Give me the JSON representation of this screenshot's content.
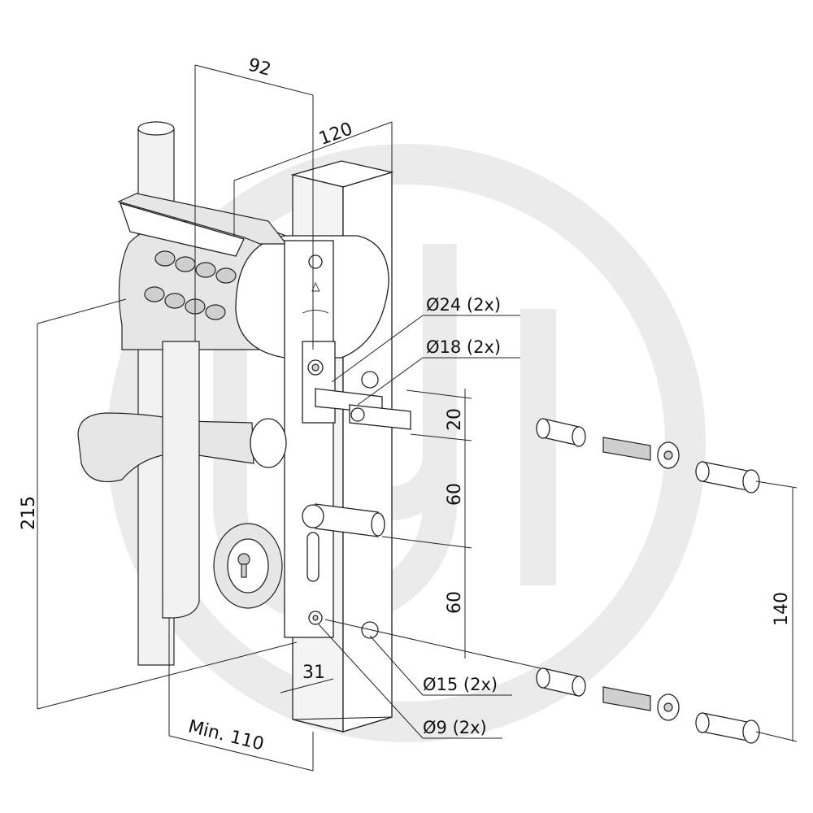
{
  "dimensions": {
    "depth_92": "92",
    "width_120": "120",
    "height_215": "215",
    "spacing_20": "20",
    "spacing_60_upper": "60",
    "spacing_60_lower": "60",
    "spacing_140": "140",
    "offset_31": "31",
    "min_110": "Min. 110"
  },
  "callouts": {
    "hole_24": "Ø24 (2x)",
    "hole_18": "Ø18 (2x)",
    "hole_15": "Ø15 (2x)",
    "hole_9": "Ø9 (2x)"
  },
  "colors": {
    "line": "#222222",
    "watermark": "#e9e9e9",
    "background": "#ffffff"
  }
}
